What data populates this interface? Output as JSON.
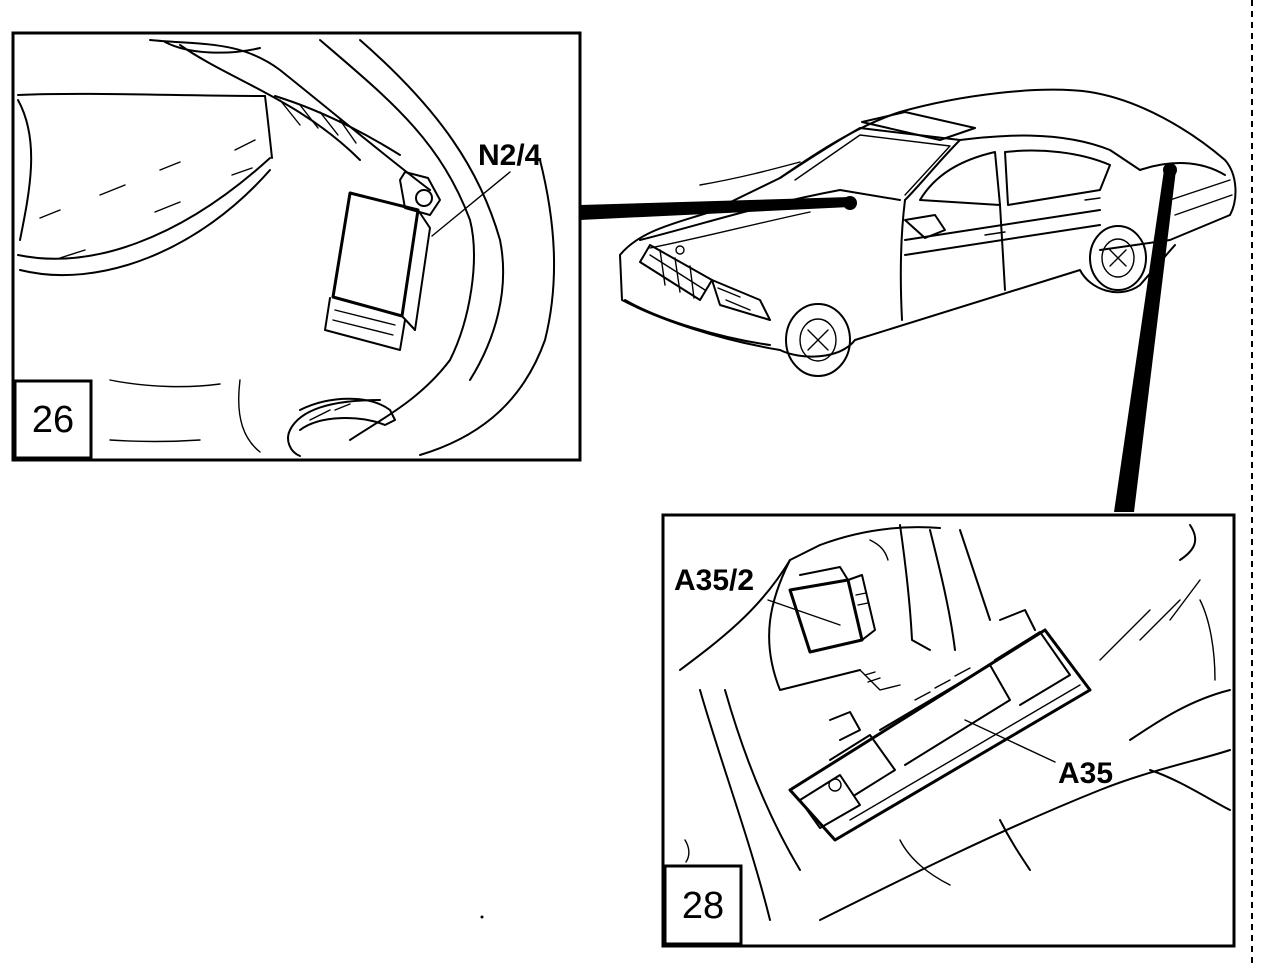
{
  "panels": [
    {
      "figure": "26",
      "label": "N2/4"
    },
    {
      "figure": "28",
      "labels": [
        "A35/2",
        "A35"
      ]
    }
  ]
}
